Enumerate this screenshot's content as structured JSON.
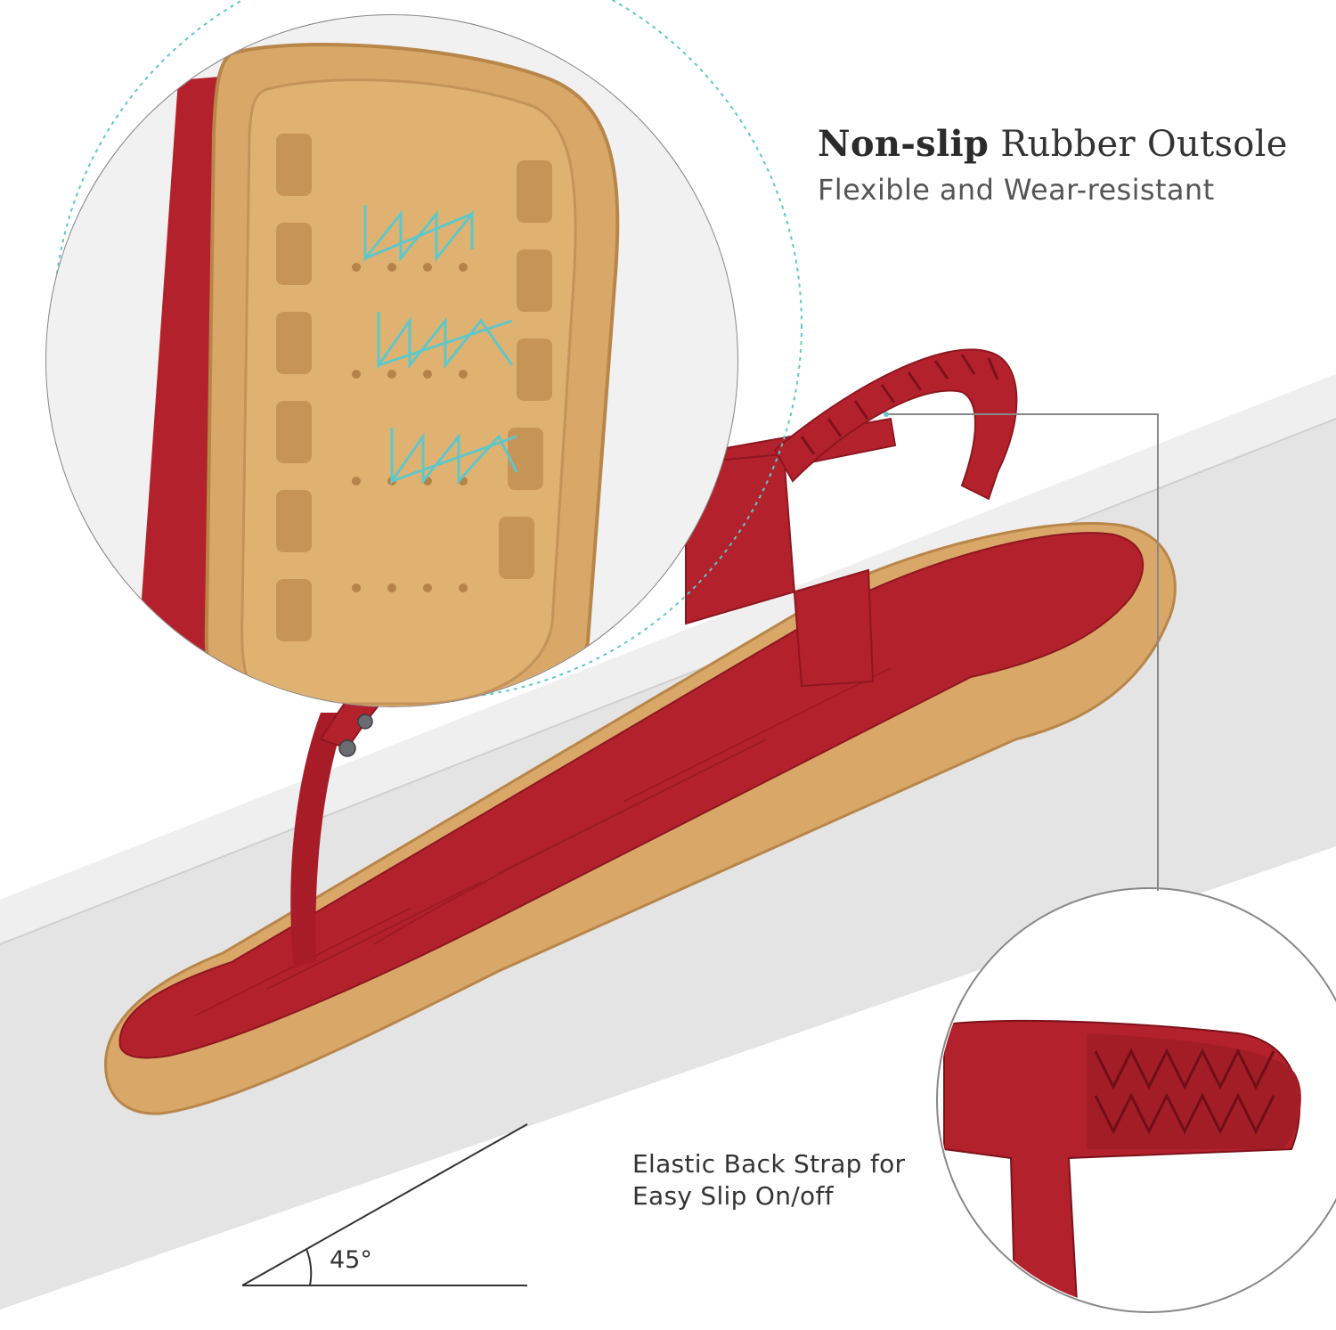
{
  "callouts": {
    "outsole": {
      "title_bold": "Non-slip",
      "title_rest": " Rubber Outsole",
      "subtitle": "Flexible and Wear-resistant"
    },
    "strap": {
      "line1": "Elastic Back Strap for",
      "line2": "Easy Slip On/off"
    },
    "angle_label": "45°"
  },
  "colors": {
    "sandal_red": "#b3212c",
    "sole_tan": "#d9a868",
    "accent_teal": "#5fc7c9",
    "platform_grey": "#e6e6e6"
  }
}
